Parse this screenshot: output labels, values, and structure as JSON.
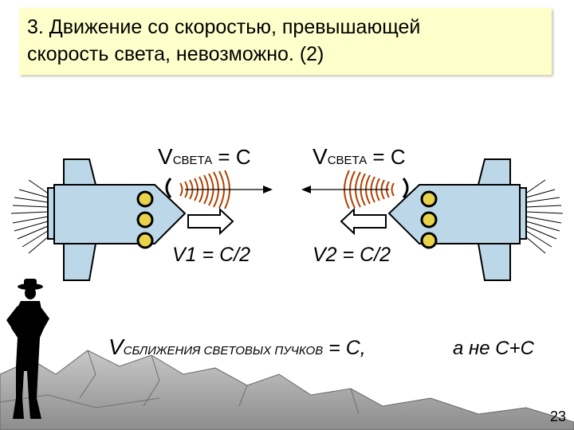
{
  "title": {
    "line1": "3. Движение со скоростью, превышающей",
    "line2": "скорость света, невозможно. (2)"
  },
  "left_ship": {
    "light_label_v": "V",
    "light_label_sub": "СВЕТА",
    "light_label_eq": " = С",
    "speed_label": "V1 = C/2"
  },
  "right_ship": {
    "light_label_v": "V",
    "light_label_sub": "СВЕТА",
    "light_label_eq": " = С",
    "speed_label": "V2 = C/2"
  },
  "closing_speed": {
    "v": "V",
    "sub": "СБЛИЖЕНИЯ СВЕТОВЫХ ПУЧКОВ",
    "eq": " = С,"
  },
  "not_sum_text": "а не С+С",
  "page_number": "23",
  "colors": {
    "title_bg": "#ffffcc",
    "ship_body": "#bcd8e8",
    "porthole": "#e8d24a",
    "light_waves": "#b04000",
    "rock": "#a0a0a0"
  }
}
